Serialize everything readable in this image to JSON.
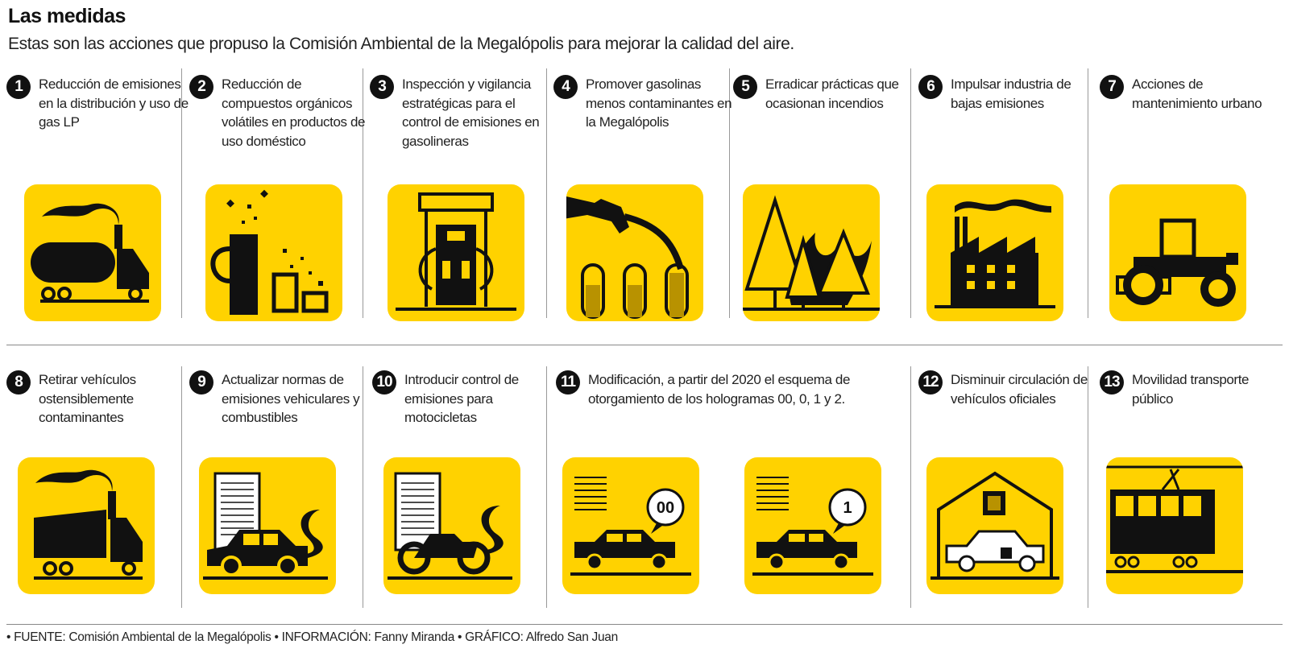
{
  "header": {
    "title": "Las medidas",
    "subtitle": "Estas son las acciones que propuso la Comisión Ambiental de la Megalópolis para mejorar la calidad del aire."
  },
  "measures": [
    {
      "n": "1",
      "text": "Reducción de emisiones en la distribución y uso de gas LP",
      "icon": "gas-truck-icon"
    },
    {
      "n": "2",
      "text": "Reducción de compuestos orgánicos volátiles en productos de uso doméstico",
      "icon": "household-products-icon"
    },
    {
      "n": "3",
      "text": "Inspección y vigilancia estratégicas para el control de emisiones en gasolineras",
      "icon": "gas-pump-icon"
    },
    {
      "n": "4",
      "text": "Promover gasolinas menos contaminantes en la Megalópolis",
      "icon": "fuel-nozzle-icon"
    },
    {
      "n": "5",
      "text": "Erradicar prácticas que ocasionan incendios",
      "icon": "forest-fire-icon"
    },
    {
      "n": "6",
      "text": "Impulsar industria de bajas emisiones",
      "icon": "factory-icon"
    },
    {
      "n": "7",
      "text": "Acciones de mantenimiento urbano",
      "icon": "road-roller-icon"
    },
    {
      "n": "8",
      "text": "Retirar vehículos ostensiblemente contaminantes",
      "icon": "polluting-truck-icon"
    },
    {
      "n": "9",
      "text": "Actualizar normas de emisiones vehiculares y combustibles",
      "icon": "car-emissions-icon"
    },
    {
      "n": "10",
      "text": "Introducir control de emisiones para motocicletas",
      "icon": "motorcycle-emissions-icon"
    },
    {
      "n": "11",
      "text": "Modificación, a partir del 2020 el esquema de otorgamiento de los hologramas 00, 0, 1 y 2.",
      "icon": "hologram-car-icon",
      "badges": [
        "00",
        "1"
      ]
    },
    {
      "n": "12",
      "text": "Disminuir circulación de vehículos oficiales",
      "icon": "official-vehicle-icon"
    },
    {
      "n": "13",
      "text": "Movilidad transporte público",
      "icon": "tram-icon"
    }
  ],
  "footer": "• FUENTE: Comisión Ambiental de la Megalópolis • INFORMACIÓN: Fanny Miranda • GRÁFICO: Alfredo San Juan",
  "colors": {
    "yellow": "#FFD200",
    "dark": "#111111"
  }
}
